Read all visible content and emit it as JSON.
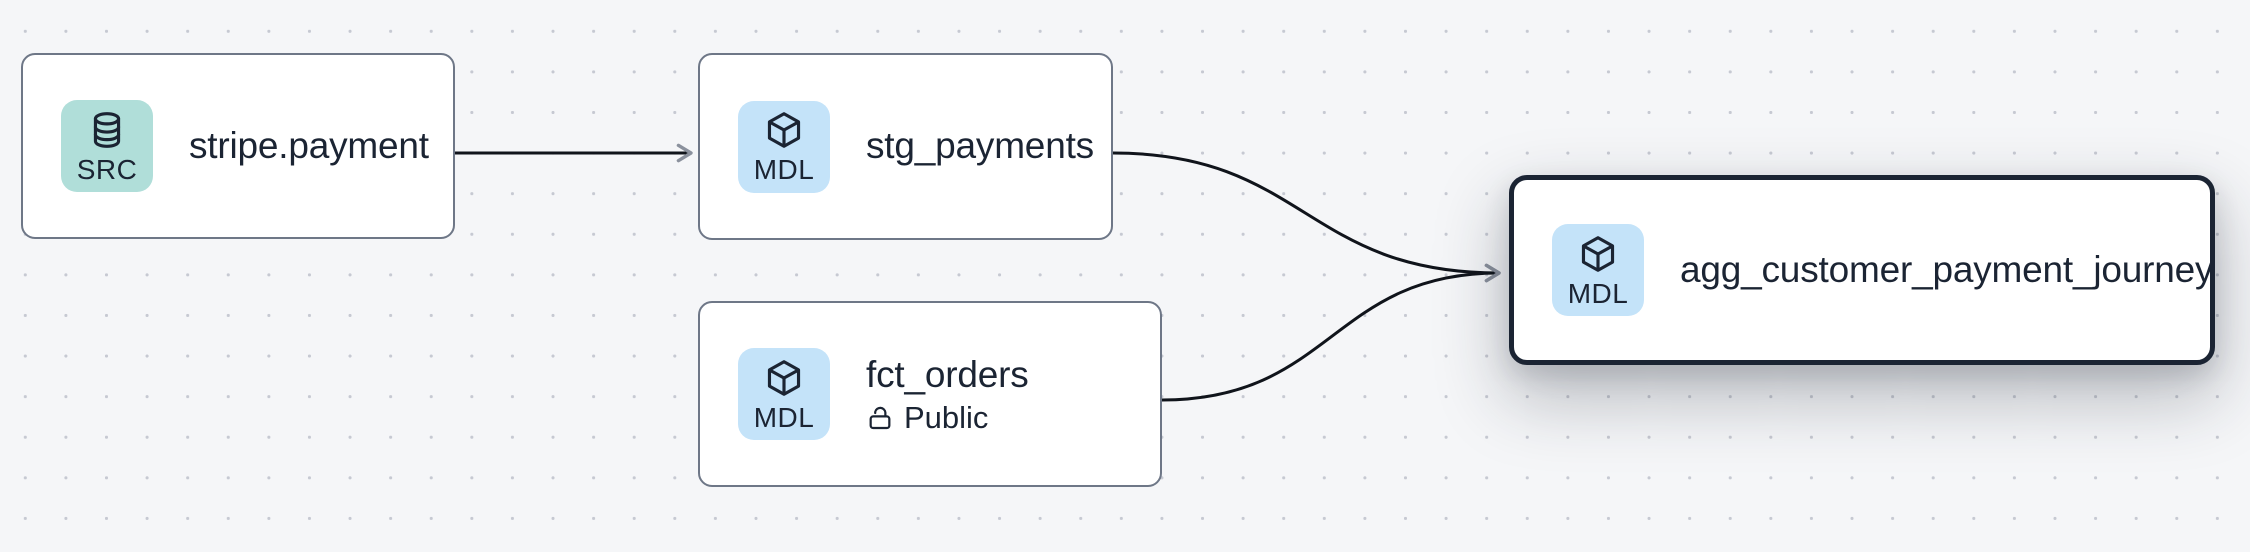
{
  "canvas": {
    "background_color": "#f5f6f8",
    "dot_color": "#c6c9d2",
    "edge_color": "#10141b",
    "arrowhead_color": "#8b919d",
    "node_border_color": "#6e7787",
    "selected_border_color": "#1b2433",
    "text_color": "#1b2433"
  },
  "graph": {
    "nodes": [
      {
        "id": "stripe.payment",
        "title": "stripe.payment",
        "type_badge": {
          "label": "SRC",
          "icon": "database-icon",
          "color": "#b0ded9"
        },
        "selected": false
      },
      {
        "id": "stg_payments",
        "title": "stg_payments",
        "type_badge": {
          "label": "MDL",
          "icon": "cube-icon",
          "color": "#c4e3f9"
        },
        "selected": false
      },
      {
        "id": "fct_orders",
        "title": "fct_orders",
        "type_badge": {
          "label": "MDL",
          "icon": "cube-icon",
          "color": "#c4e3f9"
        },
        "access": {
          "icon": "unlock-icon",
          "label": "Public"
        },
        "selected": false
      },
      {
        "id": "agg_customer_payment_journey",
        "title": "agg_customer_payment_journey",
        "type_badge": {
          "label": "MDL",
          "icon": "cube-icon",
          "color": "#c4e3f9"
        },
        "selected": true
      }
    ],
    "edges": [
      {
        "from": "stripe.payment",
        "to": "stg_payments"
      },
      {
        "from": "stg_payments",
        "to": "agg_customer_payment_journey"
      },
      {
        "from": "fct_orders",
        "to": "agg_customer_payment_journey"
      }
    ]
  }
}
